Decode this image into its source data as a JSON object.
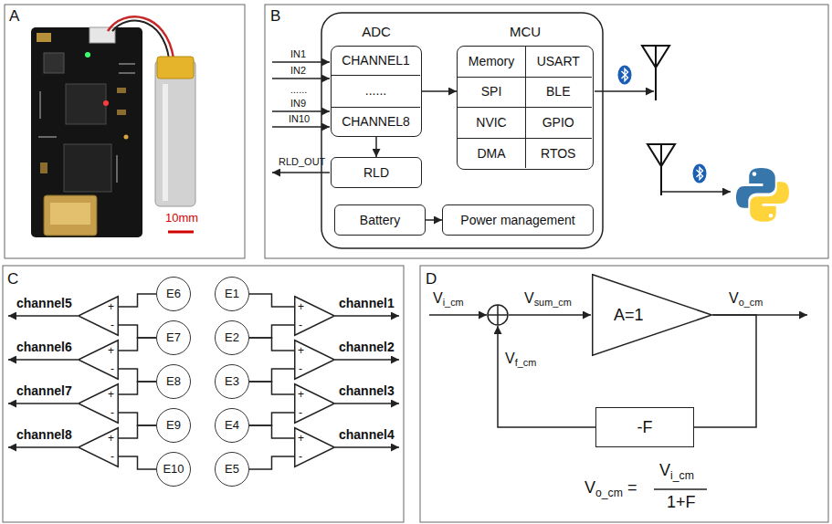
{
  "diagram": {
    "nodes": [
      {
        "text": [
          "ADC"
        ]
      },
      {
        "text": [
          "CHANNEL1"
        ],
        "in": 0
      },
      {
        "text": [
          "......"
        ],
        "in": 0
      },
      {
        "text": [
          "CHANNEL8"
        ],
        "in": 0
      },
      {
        "text": [
          "MCU"
        ]
      },
      {
        "text": [
          "Memory"
        ],
        "in": 4
      },
      {
        "text": [
          "USART"
        ],
        "in": 4
      },
      {
        "text": [
          "SPI"
        ],
        "in": 4
      },
      {
        "text": [
          "BLE"
        ],
        "in": 4
      },
      {
        "text": [
          "NVIC"
        ],
        "in": 4
      },
      {
        "text": [
          "GPIO"
        ],
        "in": 4
      },
      {
        "text": [
          "DMA"
        ],
        "in": 4
      },
      {
        "text": [
          "RTOS"
        ],
        "in": 4
      },
      {
        "text": [
          "RLD"
        ]
      },
      {
        "text": [
          "Battery"
        ]
      },
      {
        "text": [
          "Power management"
        ]
      },
      {
        "text": [
          "E1"
        ]
      },
      {
        "text": [
          "E2"
        ]
      },
      {
        "text": [
          "E3"
        ]
      },
      {
        "text": [
          "E4"
        ]
      },
      {
        "text": [
          "E5"
        ]
      },
      {
        "text": [
          "E6"
        ]
      },
      {
        "text": [
          "E7"
        ]
      },
      {
        "text": [
          "E8"
        ]
      },
      {
        "text": [
          "E9"
        ]
      },
      {
        "text": [
          "E10"
        ]
      },
      {
        "text": [
          "+",
          "-"
        ]
      },
      {
        "text": [
          "+",
          "-"
        ]
      },
      {
        "text": [
          "+",
          "-"
        ]
      },
      {
        "text": [
          "+",
          "-"
        ]
      },
      {
        "text": [
          "+",
          "-"
        ]
      },
      {
        "text": [
          "+",
          "-"
        ]
      },
      {
        "text": [
          "+",
          "-"
        ]
      },
      {
        "text": [
          "+",
          "-"
        ]
      },
      {
        "text": [
          "A=1"
        ]
      },
      {
        "text": [
          "-F"
        ]
      }
    ],
    "edges": [
      {
        "from": 0,
        "to": 4,
        "arrow": "to"
      },
      {
        "from": 0,
        "to": 13,
        "arrow": "to"
      },
      {
        "from": 14,
        "to": 15,
        "arrow": "to"
      },
      {
        "from": 16,
        "to": 26,
        "arrow": "none"
      },
      {
        "from": 17,
        "to": 26,
        "arrow": "none"
      },
      {
        "from": 17,
        "to": 27,
        "arrow": "none"
      },
      {
        "from": 18,
        "to": 27,
        "arrow": "none"
      },
      {
        "from": 18,
        "to": 28,
        "arrow": "none"
      },
      {
        "from": 19,
        "to": 28,
        "arrow": "none"
      },
      {
        "from": 19,
        "to": 29,
        "arrow": "none"
      },
      {
        "from": 20,
        "to": 29,
        "arrow": "none"
      },
      {
        "from": 21,
        "to": 30,
        "arrow": "none"
      },
      {
        "from": 22,
        "to": 30,
        "arrow": "none"
      },
      {
        "from": 22,
        "to": 31,
        "arrow": "none"
      },
      {
        "from": 23,
        "to": 31,
        "arrow": "none"
      },
      {
        "from": 23,
        "to": 32,
        "arrow": "none"
      },
      {
        "from": 24,
        "to": 32,
        "arrow": "none"
      },
      {
        "from": 24,
        "to": 33,
        "arrow": "none"
      },
      {
        "from": 25,
        "to": 33,
        "arrow": "none"
      },
      {
        "from": 34,
        "to": 35,
        "arrow": "none"
      }
    ],
    "labels": [
      "A",
      "10mm",
      "B",
      "IN1",
      "IN2",
      "......",
      "IN9",
      "IN10",
      "RLD_OUT",
      "C",
      "channel5",
      "channel1",
      "channel6",
      "channel2",
      "channel7",
      "channel3",
      "channel8",
      "channel4",
      "D",
      "Vi_cm",
      "Vsum_cm",
      "Vo_cm",
      "Vf_cm",
      "Vo_cm =",
      "Vi_cm",
      "1+F"
    ]
  }
}
